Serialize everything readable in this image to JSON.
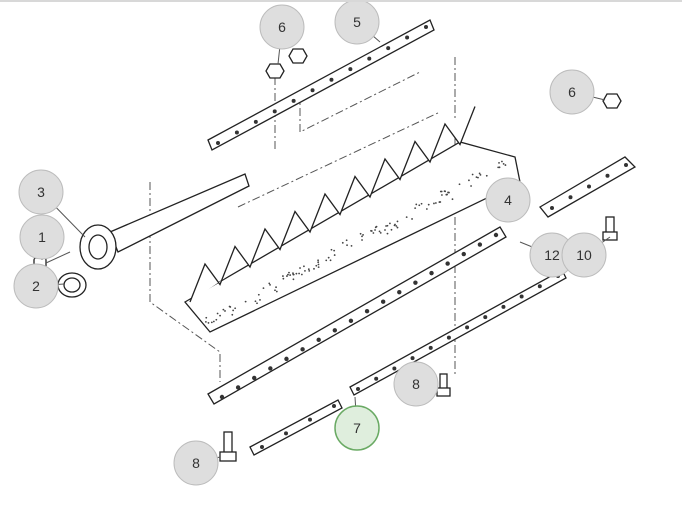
{
  "callouts": [
    {
      "label": "6"
    },
    {
      "label": "5"
    },
    {
      "label": "6"
    },
    {
      "label": "3"
    },
    {
      "label": "1"
    },
    {
      "label": "2"
    },
    {
      "label": "4"
    },
    {
      "label": "12"
    },
    {
      "label": "10"
    },
    {
      "label": "8"
    },
    {
      "label": "7"
    },
    {
      "label": "8"
    }
  ],
  "highlight_color": "#6aaa64"
}
